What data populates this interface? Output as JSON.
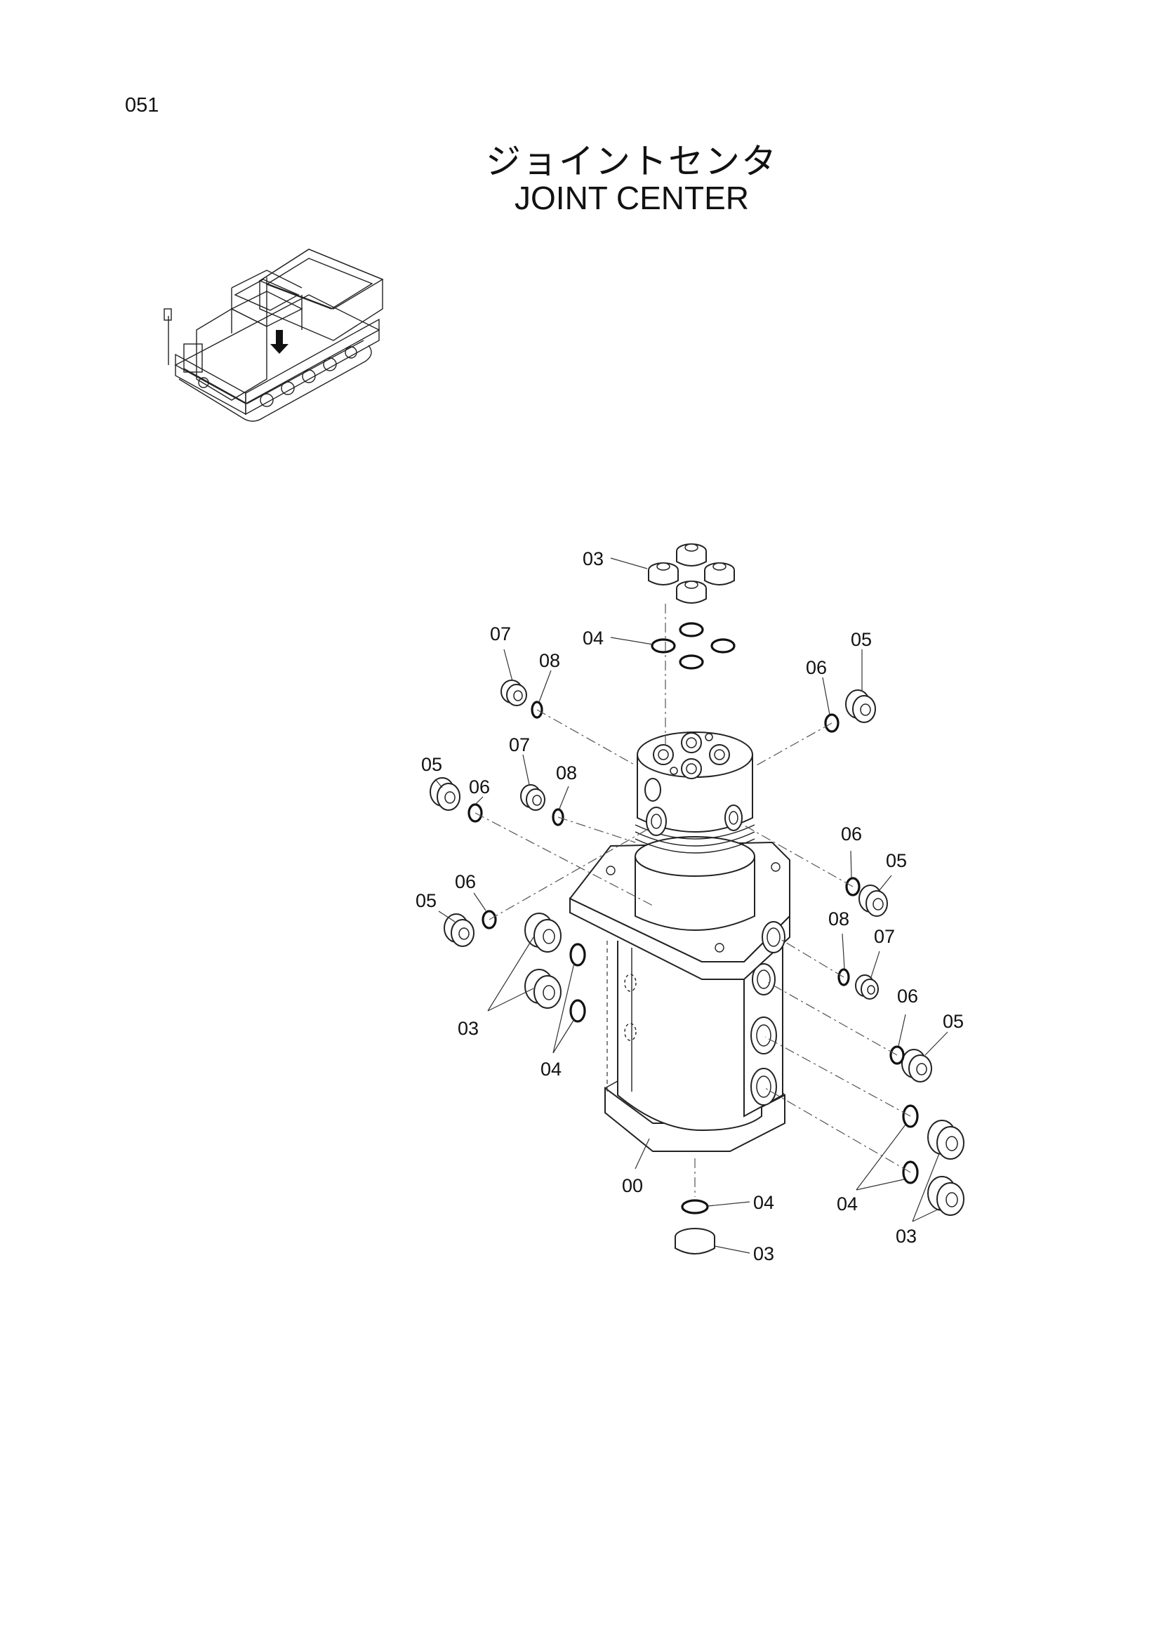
{
  "header": {
    "page_number": "051",
    "title_jp": "ジョイントセンタ",
    "title_en": "JOINT CENTER"
  },
  "callouts": {
    "c00": "00",
    "c03_top": "03",
    "c04_top": "04",
    "c07_a": "07",
    "c08_a": "08",
    "c05_tr": "05",
    "c06_tr": "06",
    "c05_l1": "05",
    "c06_l1": "06",
    "c07_b": "07",
    "c08_b": "08",
    "c06_l2": "06",
    "c05_l2": "05",
    "c03_left": "03",
    "c04_left": "04",
    "c06_r1": "06",
    "c05_r1": "05",
    "c08_r": "08",
    "c07_r": "07",
    "c06_r2": "06",
    "c05_r2": "05",
    "c04_right": "04",
    "c03_right": "03",
    "c04_bottom": "04",
    "c03_bottom": "03"
  }
}
